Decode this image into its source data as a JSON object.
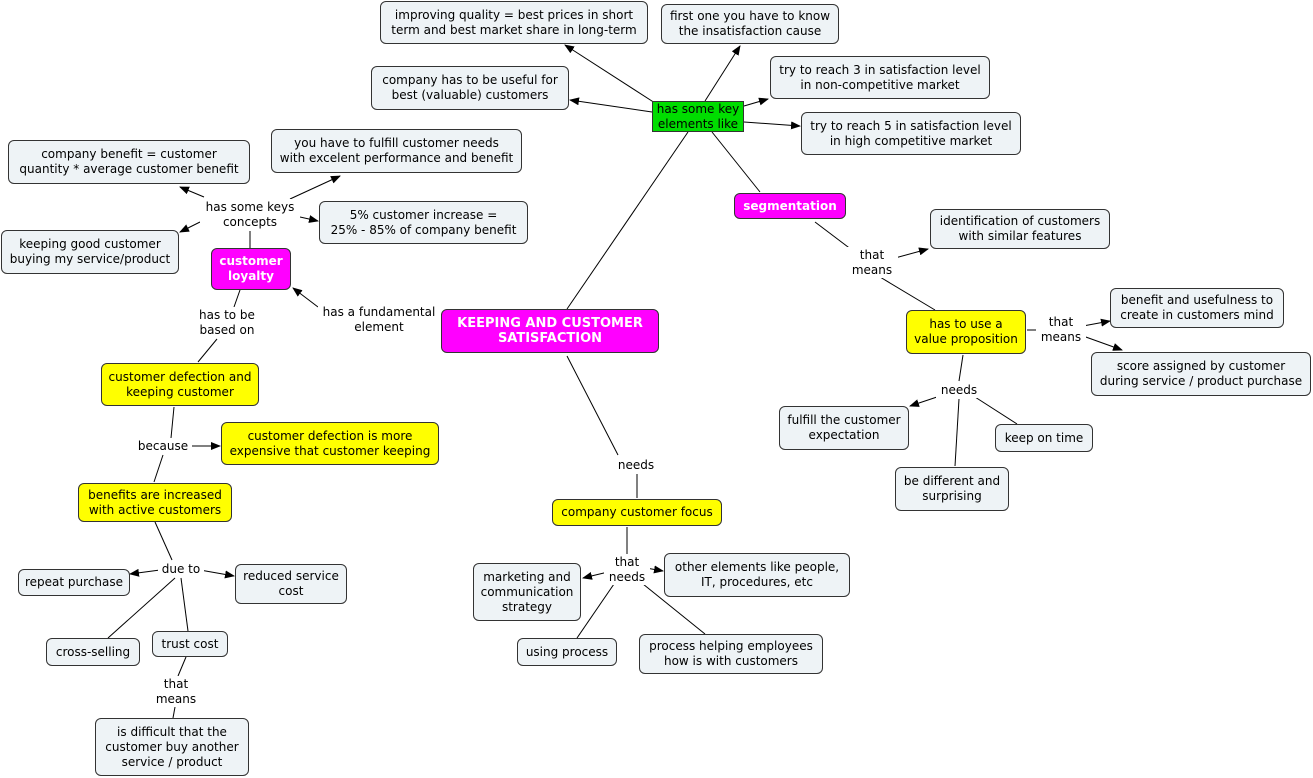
{
  "nodes": {
    "central": "KEEPING AND CUSTOMER\nSATISFACTION",
    "key_elements": "has some key\nelements like",
    "quality": "improving quality = best prices in  short\nterm and best market share in long-term",
    "first_know": "first one you have to know\nthe insatisfaction cause",
    "useful": "company has to be useful for\nbest (valuable) customers",
    "reach3": "try to reach 3 in satisfaction level\nin non-competitive market",
    "reach5": "try to reach 5 in satisfaction level\nin high competitive market",
    "segmentation": "segmentation",
    "seg_that_means": "that\nmeans",
    "identification": "identification of customers\nwith similar features",
    "value_prop": "has to use a\nvalue proposition",
    "vp_that_means": "that\nmeans",
    "benefit_useful": "benefit and usefulness to\ncreate in customers mind",
    "score": "score assigned by customer\nduring service / product purchase",
    "vp_needs": "needs",
    "fulfill": "fulfill the customer\nexpectation",
    "keep_time": "keep on time",
    "different": "be different and\nsurprising",
    "needs_central": "needs",
    "company_focus": "company customer focus",
    "that_needs": "that\nneeds",
    "marketing": "marketing and\ncommunication\nstrategy",
    "other_elements": "other elements like people,\nIT, procedures, etc",
    "using_process": "using process",
    "process_helping": "process helping employees\nhow is with customers",
    "fundamental": "has a fundamental\nelement",
    "loyalty": "customer\nloyalty",
    "keys_concepts": "has some keys\nconcepts",
    "company_benefit": "company benefit = customer\nquantity *  average customer benefit",
    "fulfill_needs": "you have to fulfill customer needs\nwith excelent performance and benefit",
    "keeping_good": "keeping good customer\nbuying my service/product",
    "five_percent": "5% customer increase =\n25% - 85% of company benefit",
    "based_on": "has to be\nbased on",
    "defection": "customer defection and\nkeeping customer",
    "because": "because",
    "defection_expensive": "customer defection is more\nexpensive that customer keeping",
    "benefits_increased": "benefits are increased\nwith active customers",
    "due_to": "due to",
    "repeat": "repeat purchase",
    "reduced": "reduced service\ncost",
    "cross": "cross-selling",
    "trust": "trust cost",
    "trust_that_means": "that\nmeans",
    "difficult": "is difficult that the\ncustomer buy another\nservice / product"
  },
  "colors": {
    "concept_box": "#eef3f6",
    "highlight_yellow": "#ffff00",
    "highlight_magenta": "#ff00ff",
    "highlight_green": "#00dd00",
    "line": "#000000"
  }
}
